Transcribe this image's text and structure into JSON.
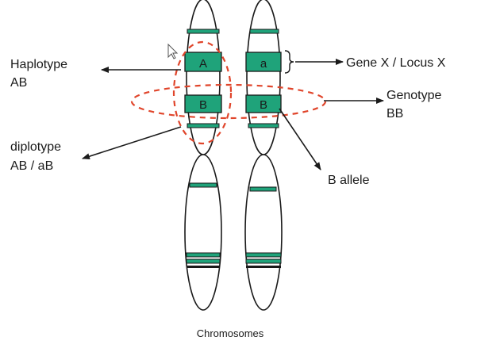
{
  "labels": {
    "haplotype_line1": "Haplotype",
    "haplotype_line2": "AB",
    "diplotype_line1": "diplotype",
    "diplotype_line2": "AB / aB",
    "gene_locus": "Gene X / Locus X",
    "genotype_line1": "Genotype",
    "genotype_line2": "BB",
    "b_allele": "B allele",
    "chromosomes": "Chromosomes"
  },
  "chromosome_left": {
    "allele_top": "A",
    "allele_bottom": "B"
  },
  "chromosome_right": {
    "allele_top": "a",
    "allele_bottom": "B"
  },
  "colors": {
    "band": "#1fa37a",
    "outline": "#1a1a1a",
    "dashed_ellipse": "#e0452b",
    "arrow": "#1a1a1a",
    "background": "#ffffff"
  }
}
